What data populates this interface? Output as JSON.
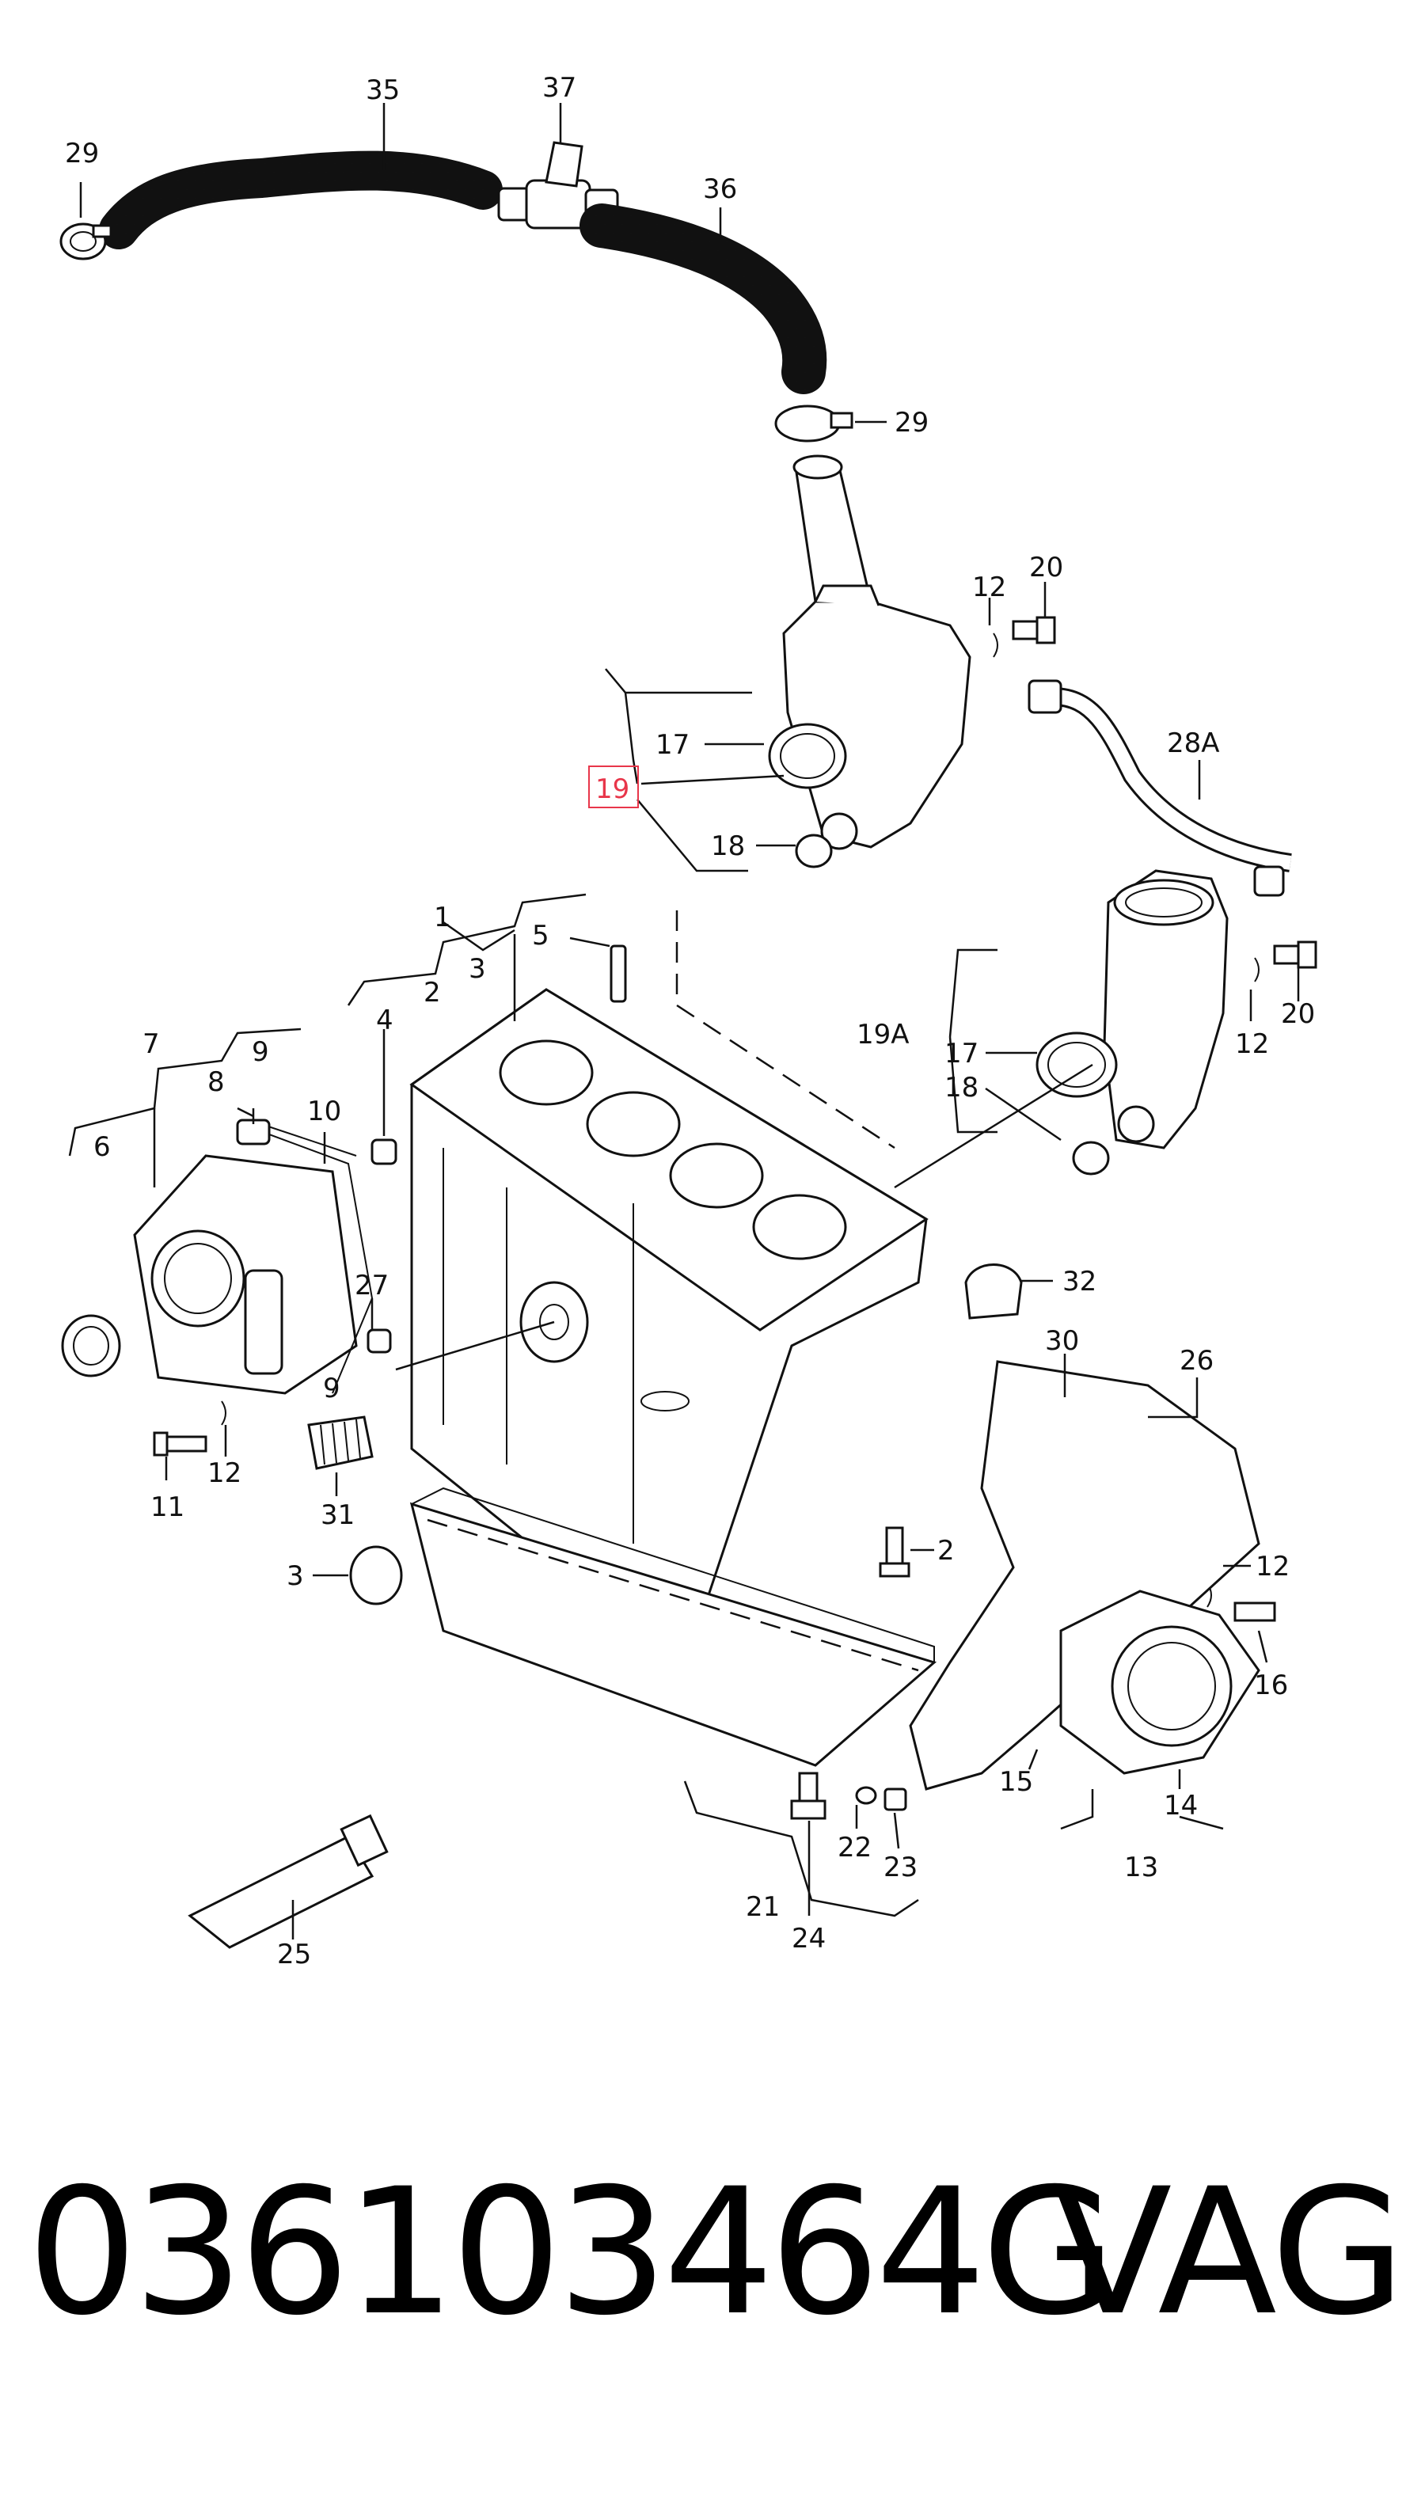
{
  "diagram": {
    "callouts": {
      "c1": "1",
      "c2a": "2",
      "c2b": "2",
      "c3a": "3",
      "c3b": "3",
      "c4": "4",
      "c5": "5",
      "c6": "6",
      "c7": "7",
      "c8": "8",
      "c9a": "9",
      "c9b": "9",
      "c10": "10",
      "c11": "11",
      "c12a": "12",
      "c12b": "12",
      "c12c": "12",
      "c12d": "12",
      "c13": "13",
      "c14": "14",
      "c15": "15",
      "c16": "16",
      "c17a": "17",
      "c17b": "17",
      "c18a": "18",
      "c18b": "18",
      "c19": "19",
      "c19A": "19A",
      "c20a": "20",
      "c20b": "20",
      "c21": "21",
      "c22": "22",
      "c23": "23",
      "c24": "24",
      "c25": "25",
      "c26": "26",
      "c27": "27",
      "c28A": "28A",
      "c29a": "29",
      "c29b": "29",
      "c30": "30",
      "c31": "31",
      "c32": "32",
      "c35": "35",
      "c36": "36",
      "c37": "37"
    },
    "highlighted_callout": "19",
    "highlight_color": "#e8364a"
  },
  "footer": {
    "part_number": "036103464G",
    "brand": "VAG"
  }
}
